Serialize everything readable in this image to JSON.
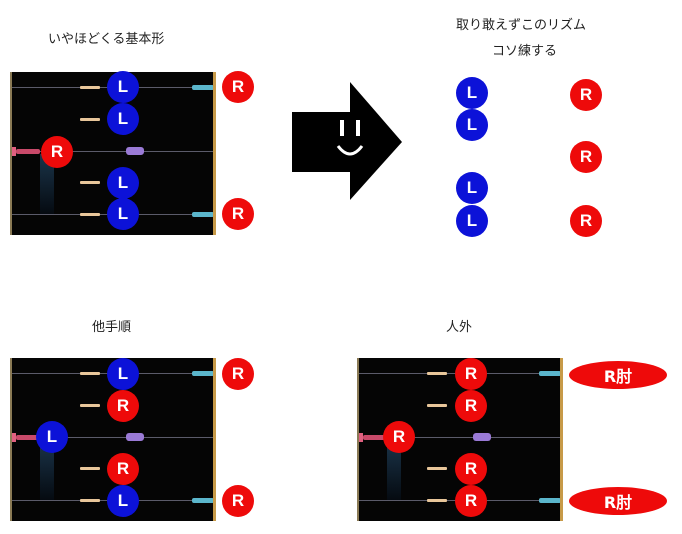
{
  "captions": {
    "basic": "いやほどくる基本形",
    "practice_line1": "取り敢えずこのリズム",
    "practice_line2": "コソ練する",
    "alt": "他手順",
    "outside": "人外"
  },
  "labels": {
    "left": "L",
    "right": "R",
    "right_elbow": "R肘"
  },
  "colors": {
    "left_hand": "#0c12d8",
    "right_hand": "#ee0a0a",
    "panel_bg": "#050505"
  },
  "icons": [
    "right-arrow-smiley-icon"
  ]
}
